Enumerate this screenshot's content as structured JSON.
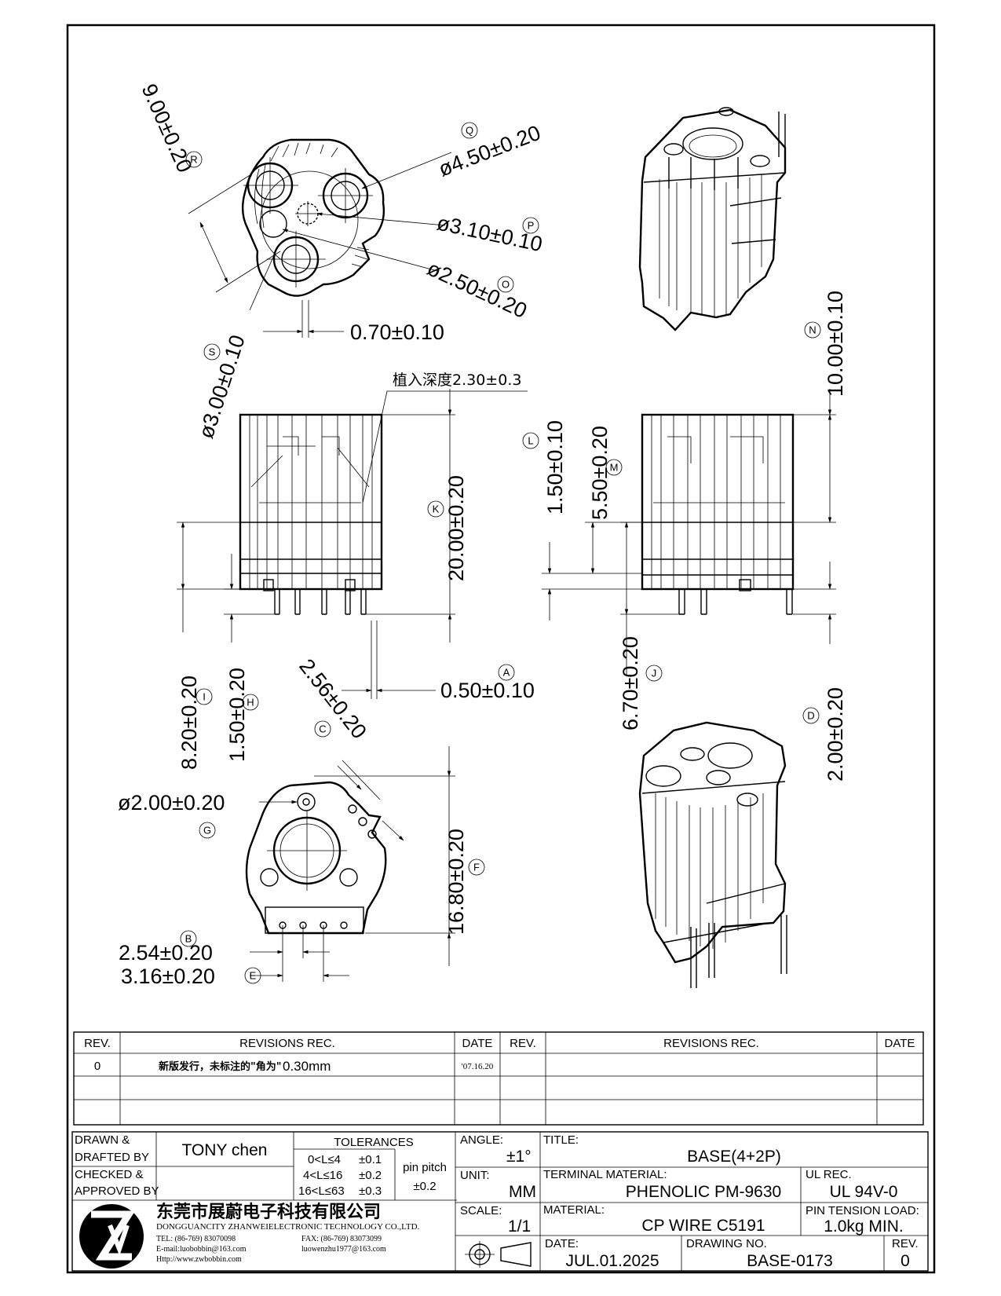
{
  "dimensions": {
    "Q": {
      "letter": "Q",
      "text": "ø4.50±0.20"
    },
    "P": {
      "letter": "P",
      "text": "ø3.10±0.10"
    },
    "O": {
      "letter": "O",
      "text": "ø2.50±0.20"
    },
    "R": {
      "letter": "R",
      "text": "9.00±0.20"
    },
    "S": {
      "letter": "S",
      "text": "ø3.00±0.10"
    },
    "gap": {
      "text": "0.70±0.10"
    },
    "insert_depth": {
      "text": "植入深度2.30±0.3"
    },
    "K": {
      "letter": "K",
      "text": "20.00±0.20"
    },
    "L": {
      "letter": "L",
      "text": "1.50±0.10"
    },
    "M": {
      "letter": "M",
      "text": "5.50±0.20"
    },
    "N": {
      "letter": "N",
      "text": "10.00±0.10"
    },
    "I": {
      "letter": "I",
      "text": "8.20±0.20"
    },
    "H": {
      "letter": "H",
      "text": "1.50±0.20"
    },
    "A": {
      "letter": "A",
      "text": "0.50±0.10"
    },
    "J": {
      "letter": "J",
      "text": "6.70±0.20"
    },
    "D": {
      "letter": "D",
      "text": "2.00±0.20"
    },
    "C": {
      "letter": "C",
      "text": "2.56±0.20"
    },
    "G": {
      "letter": "G",
      "text": "ø2.00±0.20"
    },
    "F": {
      "letter": "F",
      "text": "16.80±0.20"
    },
    "B": {
      "letter": "B",
      "text": "2.54±0.20"
    },
    "E": {
      "letter": "E",
      "text": "3.16±0.20"
    }
  },
  "revisions": {
    "headers": {
      "rev": "REV.",
      "rec": "REVISIONS   REC.",
      "date": "DATE"
    },
    "rows": [
      {
        "rev": "0",
        "note": "新版发行，未标注的\"角为\"",
        "note_value": "0.30mm",
        "date": "'07.16.20"
      }
    ]
  },
  "title_block": {
    "drawn_label": "DRAWN &",
    "drafted_label": "DRAFTED BY",
    "drawn_by": "TONY chen",
    "checked_label": "CHECKED &",
    "approved_label": "APPROVED BY",
    "tolerances_label": "TOLERANCES",
    "tolerances": [
      {
        "range": "0<L≤4",
        "tol": "±0.1"
      },
      {
        "range": "4<L≤16",
        "tol": "±0.2"
      },
      {
        "range": "16<L≤63",
        "tol": "±0.3"
      }
    ],
    "pin_pitch_label": "pin pitch",
    "pin_pitch_tol": "±0.2",
    "angle_label": "ANGLE:",
    "angle_value": "±1°",
    "unit_label": "UNIT:",
    "unit_value": "MM",
    "scale_label": "SCALE:",
    "scale_value": "1/1",
    "title_label": "TITLE:",
    "title_value": "BASE(4+2P)",
    "terminal_material_label": "TERMINAL  MATERIAL:",
    "terminal_material_value": "PHENOLIC  PM-9630",
    "ul_rec_label": "UL  REC.",
    "ul_rec_value": "UL  94V-0",
    "material_label": "MATERIAL:",
    "material_value": "CP  WIRE  C5191",
    "pin_tension_label": "PIN  TENSION  LOAD:",
    "pin_tension_value": "1.0kg  MIN.",
    "date_label": "DATE:",
    "date_value": "JUL.01.2025",
    "drawing_no_label": "DRAWING  NO.",
    "drawing_no_value": "BASE-0173",
    "rev_label": "REV.",
    "rev_value": "0"
  },
  "company": {
    "name_cn": "东莞市展蔚电子科技有限公司",
    "name_en": "DONGGUANCITY  ZHANWEIELECTRONIC  TECHNOLOGY  CO.,LTD.",
    "tel": "TEL: (86-769) 83070098",
    "fax": "FAX: (86-769) 83073099",
    "email": "E-mail:luobobbin@163.com",
    "email2": "luowenzhu1977@163.com",
    "web": "Http://www.zwbobbin.com",
    "logo_icon": "zw-logo-icon"
  }
}
